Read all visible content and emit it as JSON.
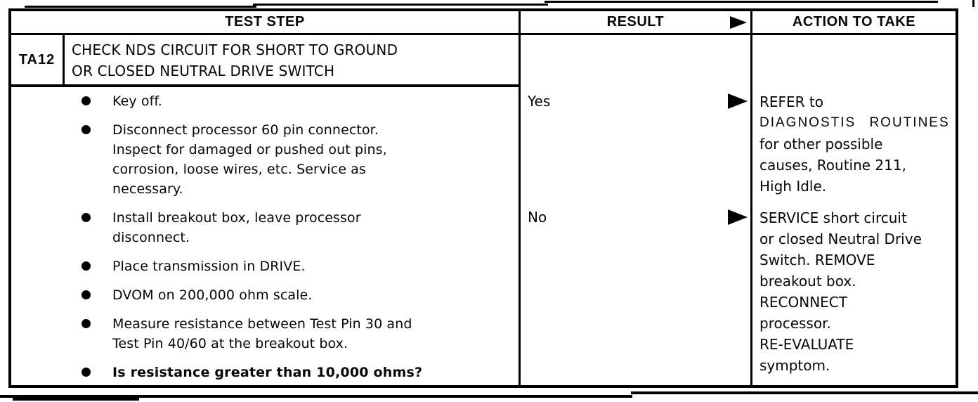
{
  "header": {
    "test_step": "TEST STEP",
    "result": "RESULT",
    "action": "ACTION TO TAKE"
  },
  "step": {
    "id": "TA12",
    "title_lines": [
      "CHECK NDS CIRCUIT FOR SHORT TO GROUND",
      "OR CLOSED NEUTRAL DRIVE SWITCH"
    ],
    "bullets": [
      {
        "lines": [
          "Key off."
        ]
      },
      {
        "lines": [
          "Disconnect processor 60 pin connector.",
          "Inspect for damaged or pushed out pins,",
          "corrosion, loose wires, etc. Service as",
          "necessary."
        ]
      },
      {
        "lines": [
          "Install breakout box, leave processor",
          "disconnect."
        ]
      },
      {
        "lines": [
          "Place transmission in DRIVE."
        ]
      },
      {
        "lines": [
          "DVOM on 200,000 ohm scale."
        ]
      },
      {
        "lines": [
          "Measure resistance between Test Pin 30 and",
          "Test Pin 40/60 at the breakout box."
        ]
      },
      {
        "lines": [
          "Is resistance greater than 10,000 ohms?"
        ]
      }
    ]
  },
  "results": [
    {
      "label": "Yes"
    },
    {
      "label": "No"
    }
  ],
  "actions": [
    {
      "lead": "REFER to",
      "emphasis": "DIAGNOSTIS ROUTINES",
      "lines": [
        "for other possible",
        "causes, Routine 211,",
        "High Idle."
      ]
    },
    {
      "lines": [
        "SERVICE short circuit",
        "or closed Neutral Drive",
        "Switch. REMOVE",
        "breakout box.",
        "RECONNECT",
        "processor.",
        "RE-EVALUATE",
        "symptom."
      ]
    }
  ],
  "colors": {
    "ink": "#070707",
    "paper": "#ffffff"
  }
}
